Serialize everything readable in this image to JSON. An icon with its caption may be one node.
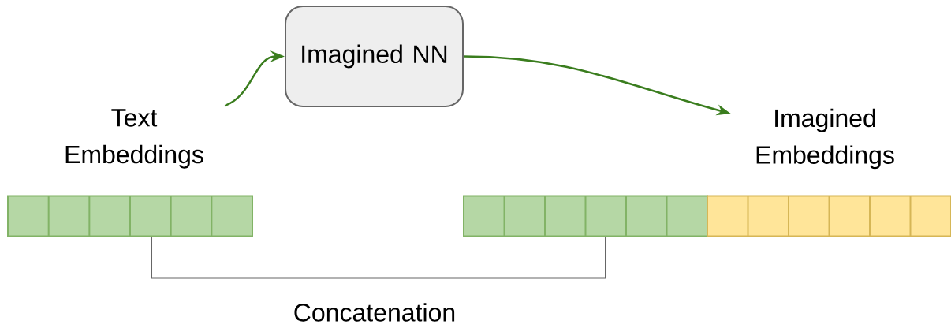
{
  "diagram": {
    "nodes": [
      {
        "text": [
          "Imagined NN"
        ]
      },
      {
        "text": [
          "Text Embeddings"
        ]
      },
      {
        "text": [
          "Imagined Embeddings"
        ]
      },
      {
        "text": [],
        "shape": "bar"
      },
      {
        "text": [],
        "shape": "bar"
      },
      {
        "text": [],
        "shape": "bar"
      }
    ],
    "edges": [
      {
        "from": 1,
        "to": 0,
        "arrow": "to"
      },
      {
        "from": 0,
        "to": 2,
        "arrow": "to"
      },
      {
        "from": 3,
        "to": 4,
        "arrow": "none",
        "label": "Concatenation",
        "color": "#666666"
      }
    ]
  }
}
